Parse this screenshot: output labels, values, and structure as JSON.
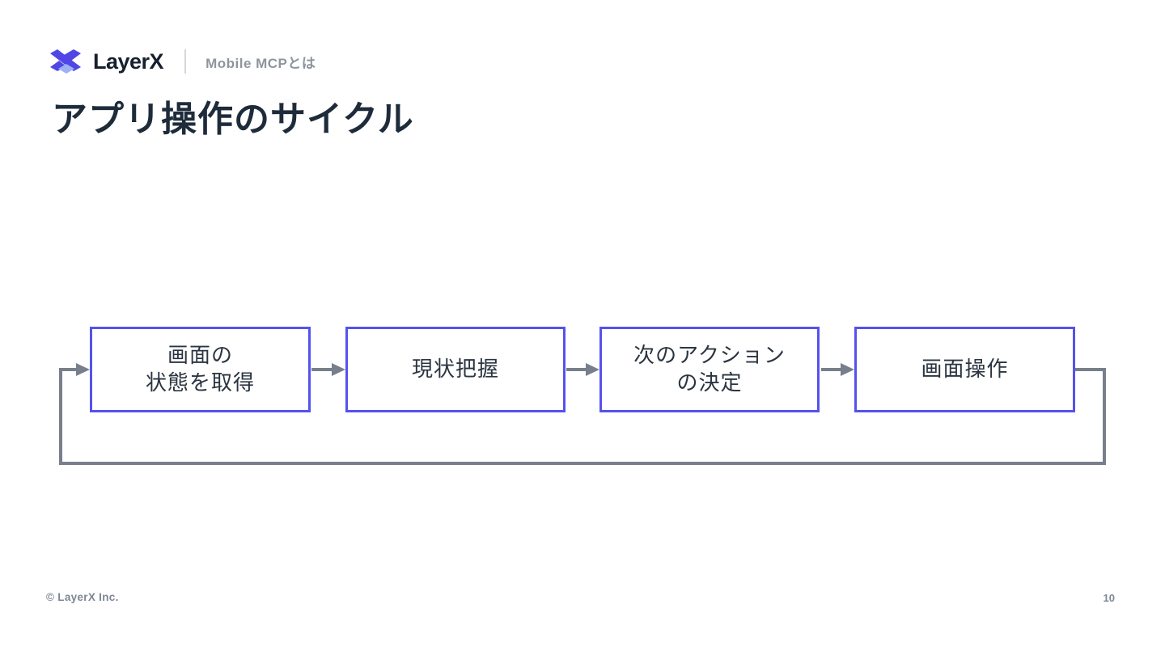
{
  "header": {
    "brand": "LayerX",
    "subtitle": "Mobile MCPとは"
  },
  "title": "アプリ操作のサイクル",
  "flow": {
    "steps": [
      {
        "name": "get-screen-state",
        "line1": "画面の",
        "line2": "状態を取得"
      },
      {
        "name": "assess-current",
        "line1": "現状把握",
        "line2": ""
      },
      {
        "name": "decide-next-action",
        "line1": "次のアクション",
        "line2": "の決定"
      },
      {
        "name": "operate-screen",
        "line1": "画面操作",
        "line2": ""
      }
    ],
    "loop": "cycles from last step back to first step"
  },
  "footer": {
    "copyright": "© LayerX Inc.",
    "page_number": "10"
  },
  "colors": {
    "box_border": "#5552ec",
    "arrow": "#787f8c",
    "title_text": "#1e2b3a",
    "box_text": "#2b3541",
    "logo_indigo": "#4f46e5",
    "logo_light_blue": "#9db1f5",
    "background": "#ffffff"
  }
}
